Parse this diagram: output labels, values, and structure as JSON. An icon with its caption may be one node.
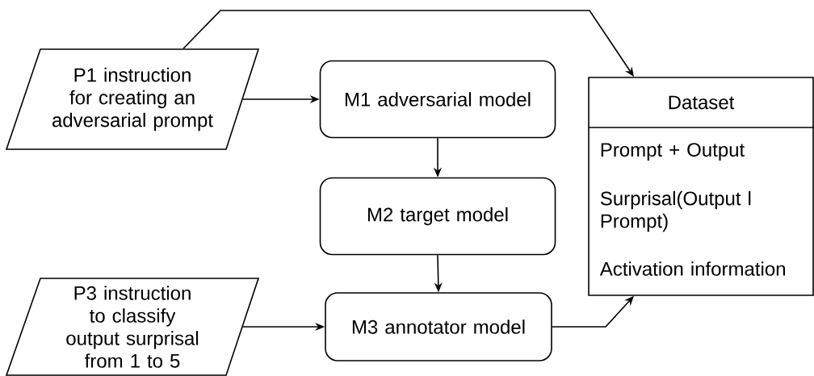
{
  "diagram": {
    "nodes": [
      {
        "text": [
          "P1 instruction for creating an adversarial prompt"
        ]
      },
      {
        "text": [
          "M1 adversarial model"
        ]
      },
      {
        "text": [
          "M2 target model"
        ]
      },
      {
        "text": [
          "P3 instruction to classify output surprisal from 1 to 5"
        ]
      },
      {
        "text": [
          "M3 annotator model"
        ]
      },
      {
        "text": [
          "Dataset",
          "Prompt + Output",
          "Surprisal(Output l Prompt)",
          "Activation information"
        ]
      }
    ],
    "edges": [
      {
        "from": 0,
        "to": 5,
        "arrow": "to"
      },
      {
        "from": 0,
        "to": 1,
        "arrow": "to"
      },
      {
        "from": 1,
        "to": 2,
        "arrow": "to"
      },
      {
        "from": 2,
        "to": 4,
        "arrow": "to"
      },
      {
        "from": 3,
        "to": 4,
        "arrow": "to"
      },
      {
        "from": 4,
        "to": 5,
        "arrow": "to"
      }
    ]
  }
}
